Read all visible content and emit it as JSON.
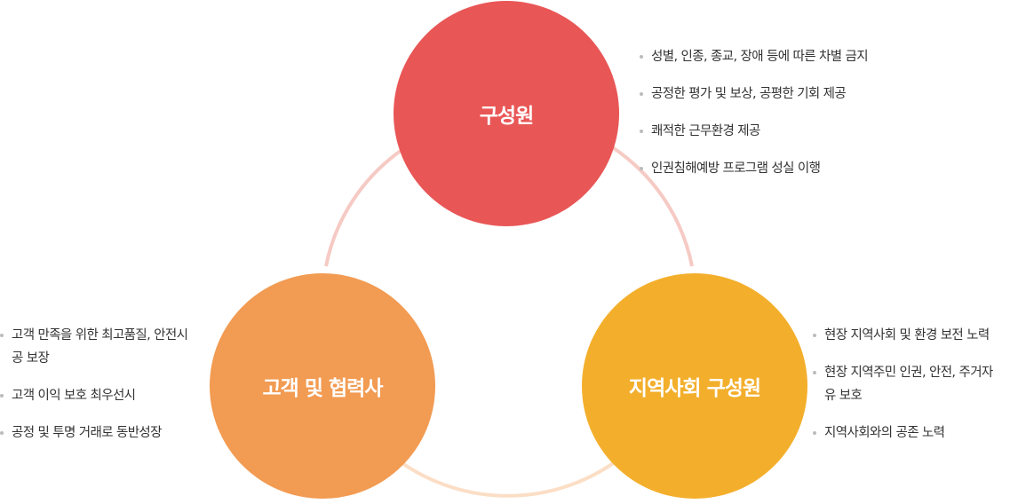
{
  "colors": {
    "employees": "#e95656",
    "customers": "#f29b52",
    "community": "#f3af2c",
    "ring_upper": "#f6cac4",
    "ring_lower": "#fbdec5"
  },
  "nodes": [
    {
      "title": "구성원",
      "items": [
        "성별, 인종, 종교, 장애 등에 따른 차별 금지",
        "공정한 평가 및 보상, 공평한 기회 제공",
        "쾌적한 근무환경 제공",
        "인권침해예방 프로그램 성실 이행"
      ]
    },
    {
      "title": "고객 및 협력사",
      "items": [
        "고객 만족을 위한 최고품질, 안전시공 보장",
        "고객 이익 보호 최우선시",
        "공정 및 투명 거래로 동반성장"
      ]
    },
    {
      "title": "지역사회 구성원",
      "items": [
        "현장 지역사회 및 환경 보전 노력",
        "현장 지역주민 인권, 안전, 주거자유 보호",
        "지역사회와의 공존 노력"
      ]
    }
  ]
}
